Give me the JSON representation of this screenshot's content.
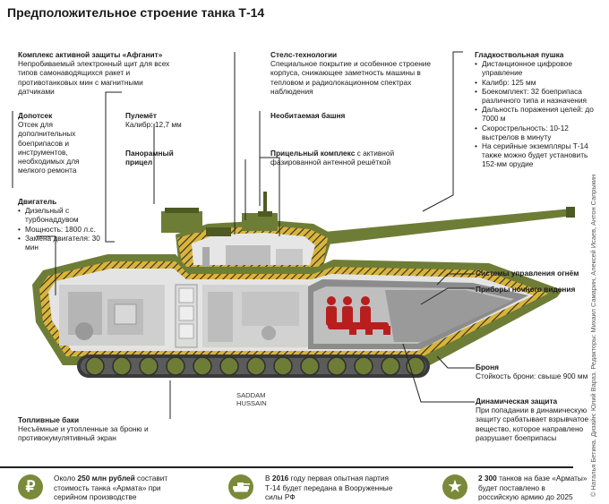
{
  "title": "Предположительное строение танка Т-14",
  "callouts": {
    "afganit": {
      "title": "Комплекс активной защиты «Афганит»",
      "text": "Непробиваемый электронный щит для всех типов самонаводящихся ракет и противотанковых мин с магнитными датчиками"
    },
    "stealth": {
      "title": "Стелс-технологии",
      "text": "Специальное покрытие и особенное строение корпуса, снижающее заметность машины в тепловом и радиолокационном спектрах наблюдения"
    },
    "gun": {
      "title": "Гладкоствольная пушка",
      "items": [
        "Дистанционное цифровое управление",
        "Калибр: 125 мм",
        "Боекомплект: 32 боеприпаса различного типа и назначения",
        "Дальность поражения целей: до 7000 м",
        "Скорострельность: 10-12 выстрелов в минуту",
        "На серийные экземпляры Т-14 также можно будет установить 152-мм орудие"
      ]
    },
    "extra_tank": {
      "title": "Допотсек",
      "text": "Отсек для дополнительных боеприпасов и инструментов, необходимых для мелкого ремонта"
    },
    "mg": {
      "title": "Пулемёт",
      "text": "Калибр: 12,7 мм"
    },
    "uninhabited": {
      "title": "Необитаемая башня"
    },
    "panoramic": {
      "title": "Панорамный прицел"
    },
    "aiming": {
      "title": "Прицельный комплекс",
      "text": "с активной фазированной антенной решёткой"
    },
    "engine": {
      "title": "Двигатель",
      "items": [
        "Дизельный с турбонаддувом",
        "Мощность: 1800 л.с.",
        "Замена двигателя: 30 мин"
      ]
    },
    "fire_control": {
      "title": "Системы управления огнём"
    },
    "night_vision": {
      "title": "Приборы ночного видения"
    },
    "armor": {
      "title": "Броня",
      "text": "Стойкость брони: свыше 900 мм"
    },
    "fuel": {
      "title": "Топливные баки",
      "text": "Несъёмные и утопленные за броню и противокумулятивный экран"
    },
    "dynamic": {
      "title": "Динамическая защита",
      "text": "При попадании в динамическую защиту срабатывает взрывчатое вещество, которое направлено разрушает боеприпасы"
    }
  },
  "watermark": [
    "SADDAM",
    "HUSSAIN"
  ],
  "footer": [
    {
      "icon": "₽",
      "pre": "Около ",
      "bold": "250 млн рублей",
      "post": " составит стоимость танка «Армата» при серийном производстве"
    },
    {
      "icon": "tank",
      "pre": "В ",
      "bold": "2016",
      "post": " году первая опытная партия Т-14 будет передана в Вооруженные силы РФ"
    },
    {
      "icon": "★",
      "pre": "",
      "bold": "2 300",
      "post": " танков на базе «Арматы» будет поставлено в российскую армию до 2025 года"
    }
  ],
  "credit": "© Наталья Бетина. Дизайн: Юлий Вараз. Редакторы: Михаил Самарин, Алексей Исаев, Антон Сапрыкин",
  "colors": {
    "olive": "#6e7d36",
    "olive_dark": "#4d5a22",
    "yellow": "#d9b43a",
    "red": "#b81e1e",
    "gray": "#9a9a9a",
    "light": "#d6d6d6"
  }
}
